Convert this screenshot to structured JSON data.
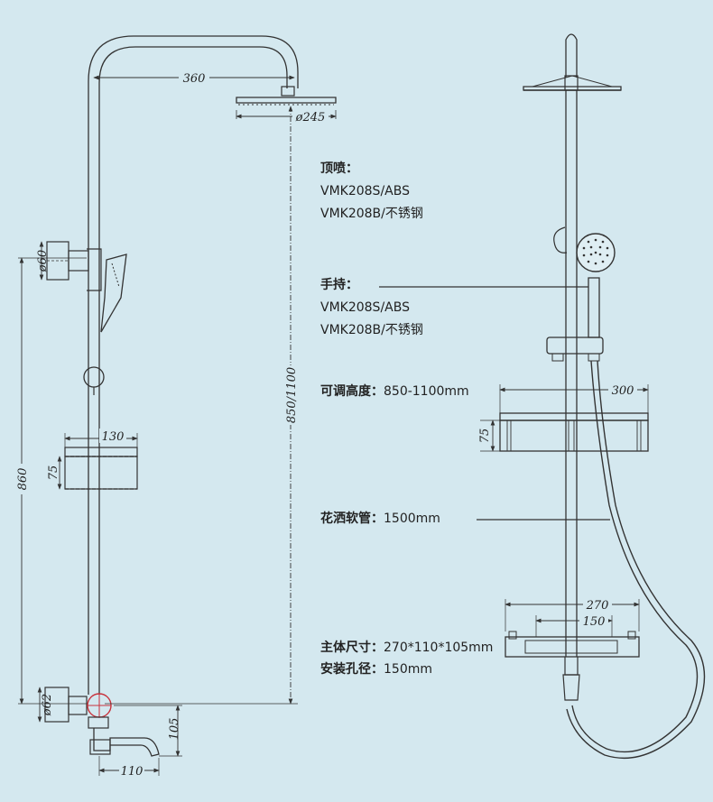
{
  "specs": {
    "top_spray": {
      "label": "顶喷：",
      "models": [
        "VMK208S/ABS",
        "VMK208B/不锈钢"
      ]
    },
    "hand_shower": {
      "label": "手持：",
      "models": [
        "VMK208S/ABS",
        "VMK208B/不锈钢"
      ]
    },
    "adjustable_height": {
      "label": "可调高度：",
      "value": "850-1100mm"
    },
    "hose": {
      "label": "花洒软管：",
      "value": "1500mm"
    },
    "body_size": {
      "label": "主体尺寸：",
      "value": "270*110*105mm"
    },
    "install_hole": {
      "label": "安装孔径：",
      "value": "150mm"
    }
  },
  "dimensions": {
    "arm_length": "360",
    "head_diameter": "ø245",
    "bracket_diameter": "ø60",
    "total_height": "860",
    "height_range": "850/1100",
    "shelf_width": "130",
    "shelf_height": "75",
    "inlet_diameter": "ø62",
    "spout_height": "105",
    "spout_length": "110",
    "shelf_width_front": "300",
    "shelf_height_front": "75",
    "body_width": "270",
    "hole_spacing": "150"
  }
}
